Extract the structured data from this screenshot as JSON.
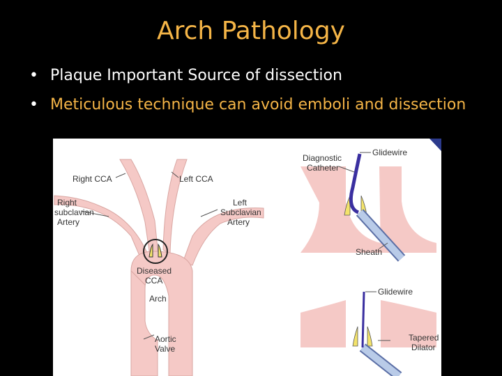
{
  "slide": {
    "title": "Arch Pathology",
    "bullets": [
      "Plaque Important Source of dissection",
      "Meticulous technique can avoid emboli and dissection"
    ],
    "bullet_symbol": "•",
    "colors": {
      "background": "#000000",
      "title": "#f5b547",
      "bullet1": "#ffffff",
      "bullet2": "#f5b547",
      "vessel": "#f5c9c6",
      "plaque": "#f3e36b",
      "catheter": "#3a2fa0",
      "sheath": "#9fb7dc"
    }
  },
  "figure": {
    "left_labels": {
      "right_cca": "Right CCA",
      "left_cca": "Left CCA",
      "right_subclavian_1": "Right",
      "right_subclavian_2": "subclavian",
      "right_subclavian_3": "Artery",
      "left_subclavian_1": "Left",
      "left_subclavian_2": "Subclavian",
      "left_subclavian_3": "Artery",
      "diseased_1": "Diseased",
      "diseased_2": "CCA",
      "arch": "Arch",
      "aortic_1": "Aortic",
      "aortic_2": "Valve"
    },
    "right_labels": {
      "diagnostic_1": "Diagnostic",
      "diagnostic_2": "Catheter",
      "glidewire_top": "Glidewire",
      "sheath": "Sheath",
      "glidewire_bottom": "Glidewire",
      "tapered_1": "Tapered",
      "tapered_2": "Dilator"
    }
  }
}
